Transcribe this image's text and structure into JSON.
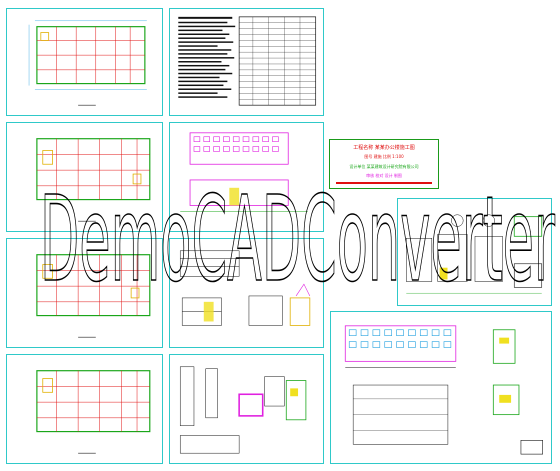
{
  "watermark": {
    "text": "DemoCADConverter"
  },
  "title_block": {
    "line1": "工程名称  某某办公楼施工图",
    "line2": "图号  建施  比例 1:100",
    "line3": "设计单位 某某建筑设计研究院有限公司",
    "line4": "审核  校对  设计  制图"
  },
  "colors": {
    "sheet_border": "#2fc9c9",
    "grid_line": "#e01010",
    "wall_line": "#1aa61a",
    "dim_line": "#20a0e0",
    "accent_magenta": "#e020e0",
    "accent_yellow": "#f0e020",
    "watermark": "#000000"
  },
  "sheets": [
    {
      "name": "plan-sheet-1"
    },
    {
      "name": "notes-sheet"
    },
    {
      "name": "plan-sheet-2"
    },
    {
      "name": "elevation-sheet"
    },
    {
      "name": "plan-sheet-3"
    },
    {
      "name": "section-sheet"
    },
    {
      "name": "plan-sheet-4"
    },
    {
      "name": "detail-sheet"
    },
    {
      "name": "stair-detail-sheet"
    },
    {
      "name": "elevation-sheet-2"
    }
  ]
}
